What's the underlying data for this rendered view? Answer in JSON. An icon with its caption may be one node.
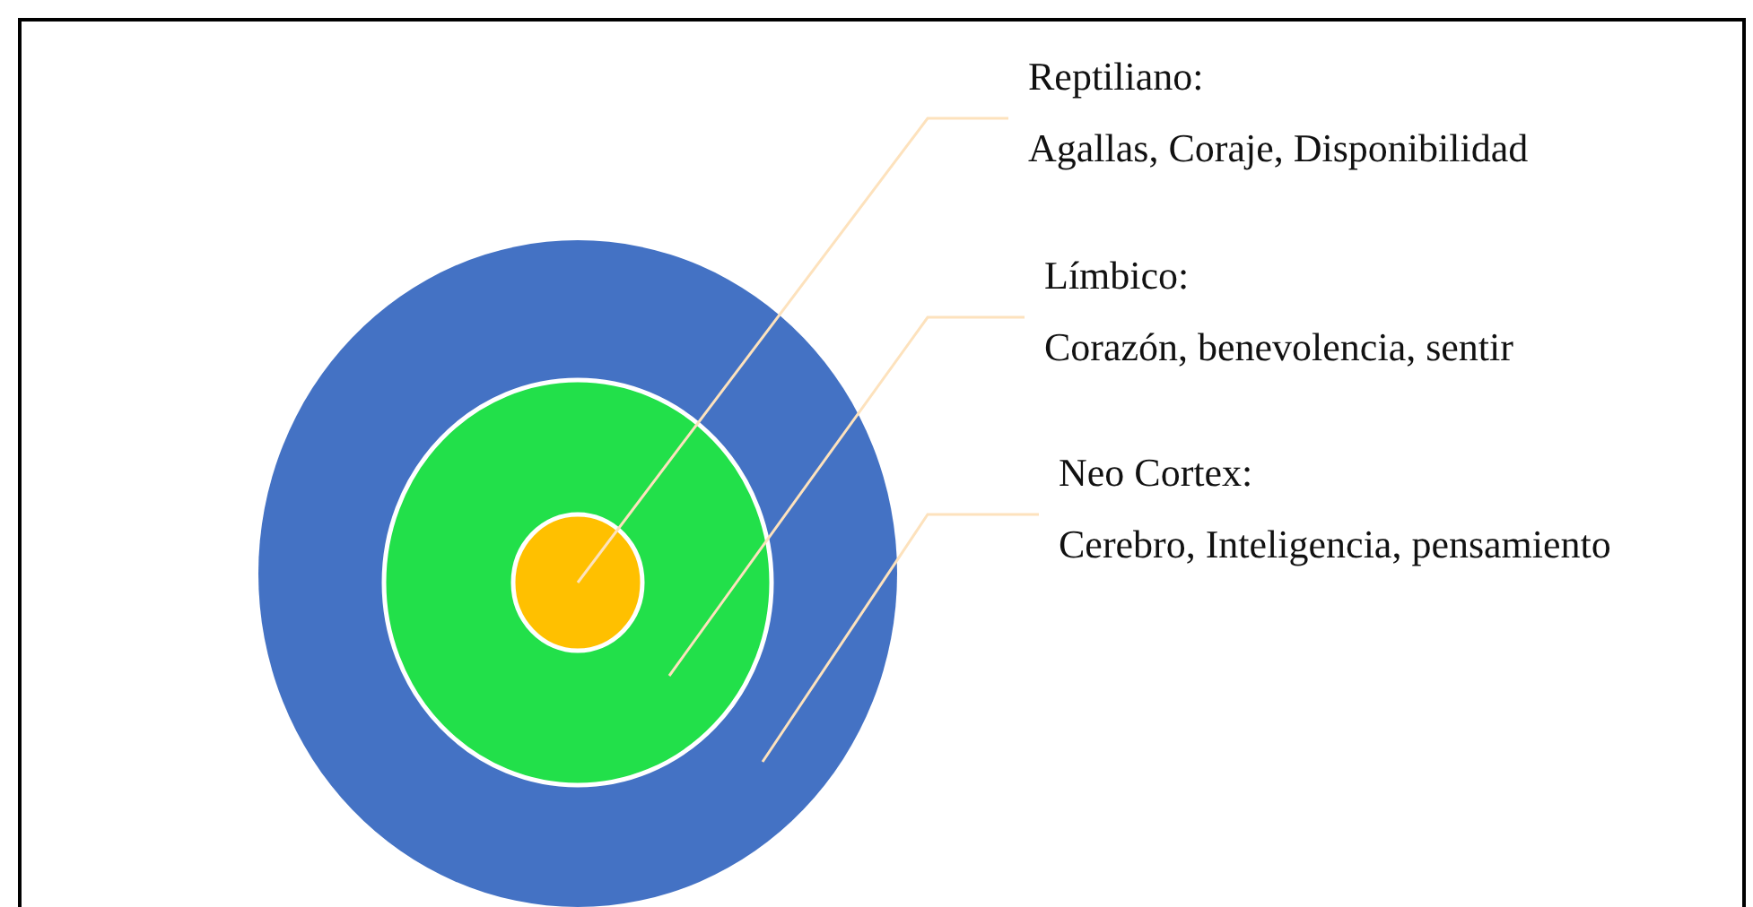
{
  "diagram": {
    "nodes": [
      {
        "text": [],
        "shape": "circle"
      },
      {
        "text": [],
        "shape": "circle",
        "in": 0
      },
      {
        "text": [],
        "shape": "circle",
        "in": 1
      },
      {
        "text": [
          "Reptiliano:",
          "Agallas, Coraje, Disponibilidad"
        ]
      },
      {
        "text": [
          "Límbico:",
          "Corazón, benevolencia, sentir"
        ]
      },
      {
        "text": [
          "Neo Cortex:",
          "Cerebro, Inteligencia, pensamiento"
        ]
      }
    ],
    "edges": [
      {
        "from": 3,
        "to": 2,
        "arrow": "none",
        "color": "#fde2bd"
      },
      {
        "from": 4,
        "to": 1,
        "arrow": "none",
        "color": "#fde2bd"
      },
      {
        "from": 5,
        "to": 0,
        "arrow": "none",
        "color": "#fde2bd"
      }
    ]
  }
}
